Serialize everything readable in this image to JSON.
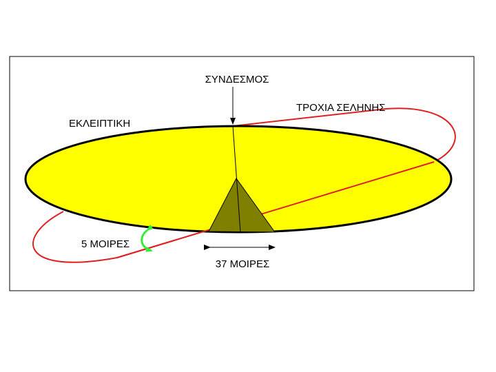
{
  "labels": {
    "node": "ΣΥΝΔΕΣΜΟΣ",
    "ecliptic": "ΕΚΛΕΙΠΤΙΚΗ",
    "moon_orbit": "ΤΡΟΧΙΑ ΣΕΛΗΝΗΣ",
    "inclination": "5 ΜΟΙΡΕΣ",
    "span": "37 ΜΟΙΡΕΣ"
  },
  "colors": {
    "ecliptic_fill": "#ffff00",
    "ecliptic_stroke": "#000000",
    "moon_orbit": "#e02020",
    "triangle": "#808000",
    "inclination_arrow": "#33ee33",
    "frame": "#000000"
  }
}
